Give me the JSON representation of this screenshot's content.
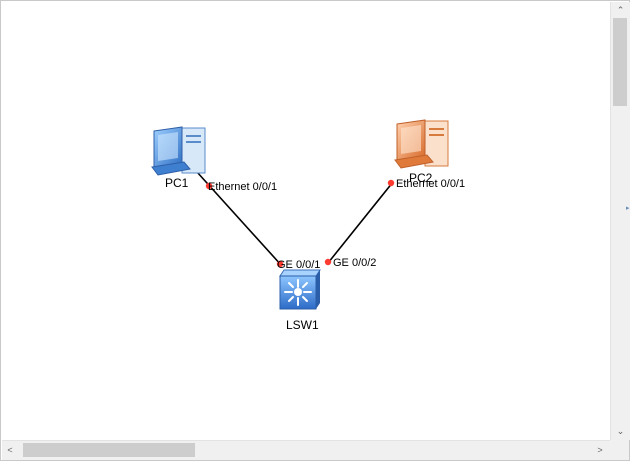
{
  "topology": {
    "devices": [
      {
        "id": "pc1",
        "label": "PC1",
        "type": "pc",
        "color": "#4a8fd8"
      },
      {
        "id": "pc2",
        "label": "PC2",
        "type": "pc",
        "color": "#e58a4e"
      },
      {
        "id": "lsw1",
        "label": "LSW1",
        "type": "switch",
        "color": "#3d7fd1"
      }
    ],
    "links": [
      {
        "from": "pc1",
        "to": "lsw1",
        "from_port": "Ethernet 0/0/1",
        "to_port": "GE 0/0/1"
      },
      {
        "from": "pc2",
        "to": "lsw1",
        "from_port": "Ethernet 0/0/1",
        "to_port": "GE 0/0/2"
      }
    ],
    "port_marker_color": "#ff3b30",
    "link_color": "#000000"
  },
  "scrollbars": {
    "up_arrow": "⌃",
    "down_arrow": "⌄",
    "left_arrow": "<",
    "right_arrow": ">"
  }
}
